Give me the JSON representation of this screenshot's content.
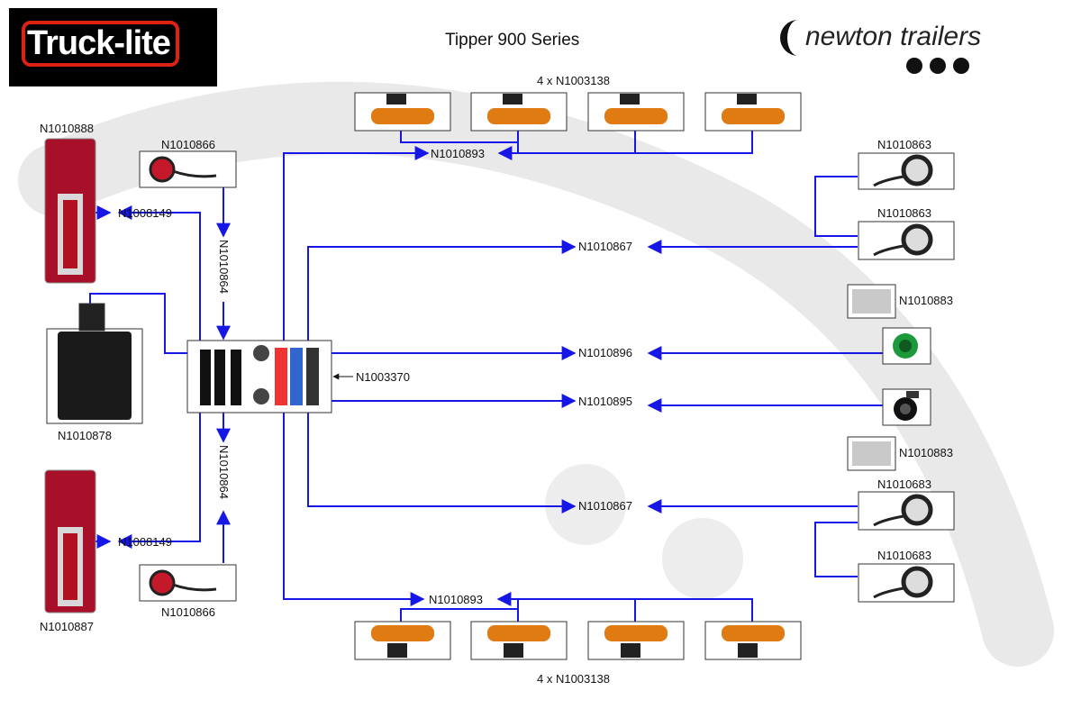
{
  "title": "Tipper  900 Series",
  "logos": {
    "left": "Truck-lite",
    "right": "newton trailers"
  },
  "watermark": "newton trailers",
  "parts": {
    "rear_lamp_top": "N1010888",
    "rear_lamp_bottom": "N1010887",
    "marker_red_top": "N1010866",
    "marker_red_bottom": "N1010866",
    "cable_rear_top": "N1008149",
    "cable_rear_bottom": "N1008149",
    "cable_marker_top": "N1010864",
    "cable_marker_bottom": "N1010864",
    "socket_box": "N1010878",
    "junction_box": "N1003370",
    "side_markers_top_qty": "4 x N1003138",
    "side_markers_bottom_qty": "4 x N1003138",
    "harness_side_top": "N1010893",
    "harness_side_bottom": "N1010893",
    "lamp_right_1": "N1010863",
    "lamp_right_2": "N1010863",
    "lamp_right_3": "N1010683",
    "lamp_right_4": "N1010683",
    "harness_right_top": "N1010867",
    "harness_right_bottom": "N1010867",
    "reflector_top": "N1010883",
    "reflector_bottom": "N1010883",
    "harness_green_socket": "N1010896",
    "harness_black_socket": "N1010895"
  },
  "colors": {
    "wire": "#1616e6",
    "amber": "#e07a12",
    "red_lamp": "#c4182b",
    "green_socket": "#1c9a3a"
  }
}
